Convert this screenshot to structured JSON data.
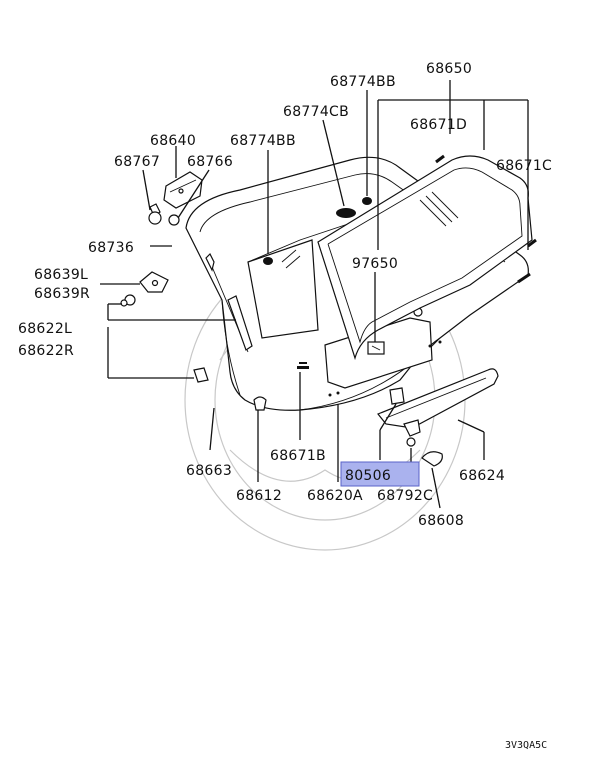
{
  "diagram": {
    "highlight_color": "#aab2ee",
    "highlighted_part": "80506",
    "footer_code": "3V3QA5C",
    "labels": {
      "p68650": "68650",
      "p68774BB_top": "68774BB",
      "p68774CB": "68774CB",
      "p68671D": "68671D",
      "p68640": "68640",
      "p68774BB_left": "68774BB",
      "p68671C": "68671C",
      "p68767": "68767",
      "p68766": "68766",
      "p68736": "68736",
      "p97650": "97650",
      "p68639L": "68639L",
      "p68639R": "68639R",
      "p68622L": "68622L",
      "p68622R": "68622R",
      "p68663": "68663",
      "p68671B": "68671B",
      "p80506": "80506",
      "p68624": "68624",
      "p68612": "68612",
      "p68620A": "68620A",
      "p68792C": "68792C",
      "p68608": "68608"
    }
  }
}
